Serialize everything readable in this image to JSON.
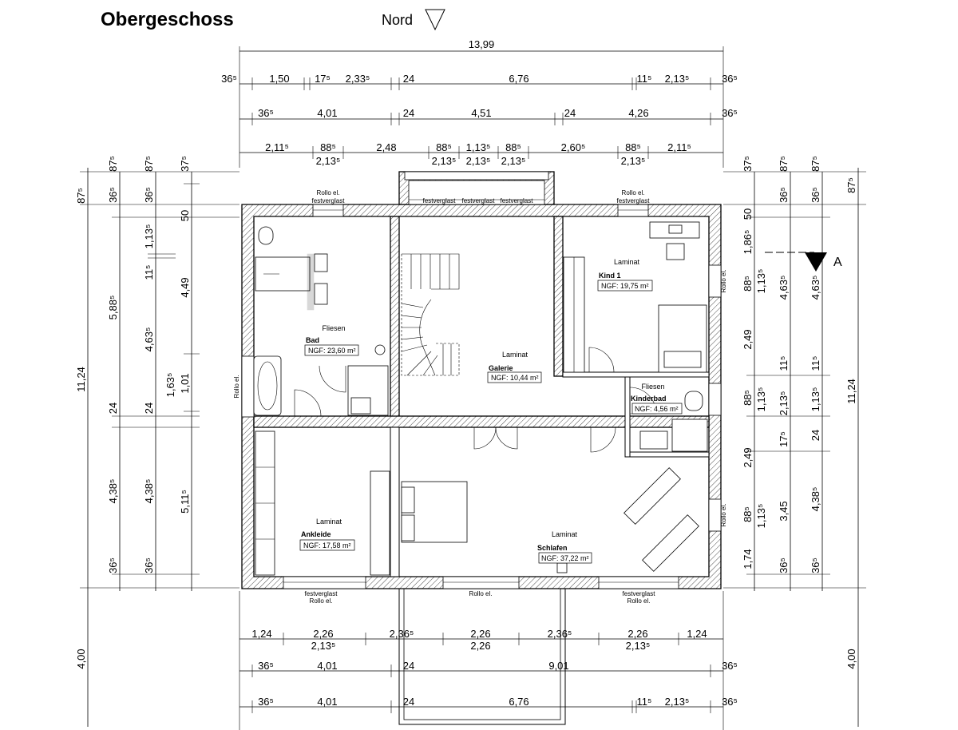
{
  "page": {
    "title": "Obergeschoss",
    "north_label": "Nord",
    "section_label": "A"
  },
  "rooms": {
    "bad": {
      "name": "Bad",
      "area": "NGF: 23,60 m²",
      "floor": "Fliesen"
    },
    "galerie": {
      "name": "Galerie",
      "area": "NGF: 10,44 m²",
      "floor": "Laminat"
    },
    "kind1": {
      "name": "Kind 1",
      "area": "NGF: 19,75 m²",
      "floor": "Laminat"
    },
    "kinderbad": {
      "name": "Kinderbad",
      "area": "NGF: 4,56 m²",
      "floor": "Fliesen"
    },
    "ankleide": {
      "name": "Ankleide",
      "area": "NGF: 17,58 m²",
      "floor": "Laminat"
    },
    "schlafen": {
      "name": "Schlafen",
      "area": "NGF: 37,22 m²",
      "floor": "Laminat"
    }
  },
  "window_labels": {
    "top_left": [
      "Rollo el.",
      "festverglast"
    ],
    "top_mid": [
      "festverglast",
      "festverglast",
      "festverglast"
    ],
    "top_right": [
      "Rollo el.",
      "festverglast"
    ],
    "left": "Rollo el.",
    "right_top": "Rollo el.",
    "right_bottom": "Rollo el.",
    "bottom_left": [
      "festverglast",
      "Rollo el."
    ],
    "bottom_mid": "Rollo el.",
    "bottom_right": [
      "festverglast",
      "Rollo el."
    ]
  },
  "dims_top": {
    "overall": "13,99",
    "row1": [
      "36⁵",
      "1,50",
      "17⁵",
      "2,33⁵",
      "24",
      "6,76",
      "11⁵",
      "2,13⁵",
      "36⁵"
    ],
    "row2": [
      "36⁵",
      "4,01",
      "24",
      "4,51",
      "24",
      "4,26",
      "36⁵"
    ],
    "row3": [
      "2,11⁵",
      "88⁵",
      "2,48",
      "88⁵",
      "1,13⁵",
      "88⁵",
      "2,60⁵",
      "88⁵",
      "2,11⁵"
    ],
    "row3_sub": [
      "2,13⁵",
      "2,13⁵",
      "2,13⁵",
      "2,13⁵",
      "2,13⁵"
    ]
  },
  "dims_bottom": {
    "row1": [
      "1,24",
      "2,26",
      "2,36⁵",
      "2,26",
      "2,36⁵",
      "2,26",
      "1,24"
    ],
    "row1_sub": [
      "2,13⁵",
      "2,26",
      "2,13⁵"
    ],
    "row2": [
      "36⁵",
      "4,01",
      "24",
      "9,01",
      "36⁵"
    ],
    "row3": [
      "36⁵",
      "4,01",
      "24",
      "6,76",
      "11⁵",
      "2,13⁵",
      "36⁵"
    ]
  },
  "dims_left": {
    "overall": [
      "11,24",
      "4,00"
    ],
    "col_a": [
      "87⁵"
    ],
    "col_b": [
      "87⁵",
      "36⁵",
      "5,88⁵",
      "24",
      "4,38⁵",
      "36⁵"
    ],
    "col_c": [
      "87⁵",
      "36⁵",
      "1,13⁵",
      "11⁵",
      "4,63⁵",
      "24",
      "4,38⁵",
      "36⁵"
    ],
    "col_d": [
      "37⁵",
      "50",
      "4,49",
      "1,63⁵",
      "1,01",
      "5,11⁵"
    ]
  },
  "dims_right": {
    "overall": [
      "11,24",
      "4,00"
    ],
    "col_a": [
      "37⁵",
      "50",
      "1,86⁵",
      "88⁵",
      "1,13⁵",
      "2,49",
      "88⁵",
      "1,13⁵",
      "2,49",
      "88⁵",
      "1,13⁵",
      "1,74"
    ],
    "col_b": [
      "87⁵",
      "36⁵",
      "4,63⁵",
      "11⁵",
      "2,13⁵",
      "17⁵",
      "3,45",
      "36⁵"
    ],
    "col_c": [
      "87⁵",
      "36⁵",
      "4,63⁵",
      "11⁵",
      "1,13⁵",
      "24",
      "4,38⁵",
      "36⁵"
    ],
    "col_d": [
      "87⁵"
    ]
  }
}
